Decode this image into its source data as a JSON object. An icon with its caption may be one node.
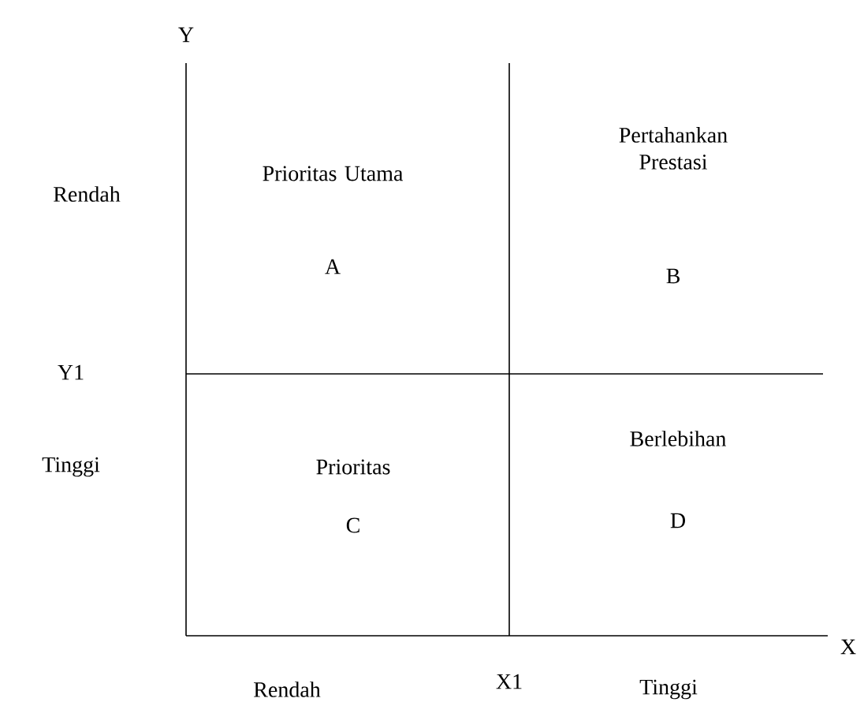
{
  "diagram": {
    "nodes": [
      {
        "text": [
          "Prioritas Utama",
          "A"
        ]
      },
      {
        "text": [
          "Pertahankan Prestasi",
          "B"
        ]
      },
      {
        "text": [
          "Prioritas",
          "C"
        ]
      },
      {
        "text": [
          "Berlebihan",
          "D"
        ]
      }
    ],
    "labels": [
      "Y",
      "Rendah",
      "Y1",
      "Tinggi",
      "X",
      "Rendah",
      "X1",
      "Tinggi"
    ]
  }
}
